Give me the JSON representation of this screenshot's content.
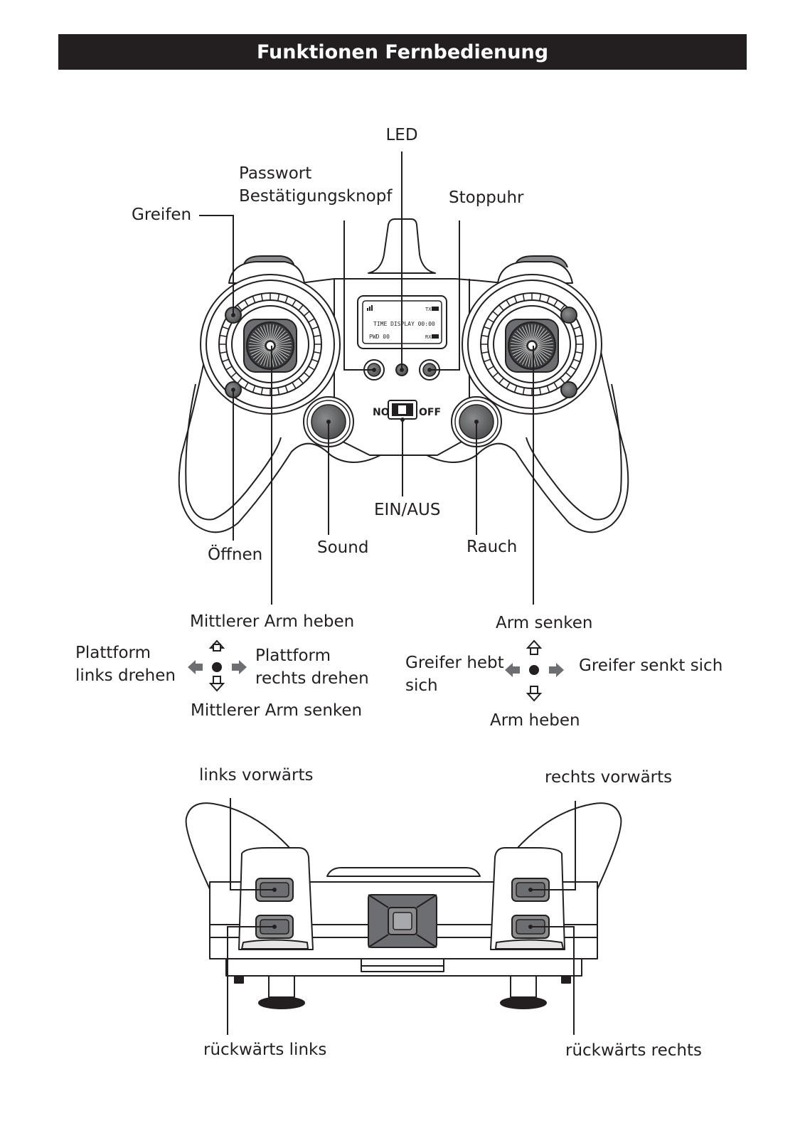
{
  "title": "Funktionen Fernbedienung",
  "colors": {
    "title_bg": "#231f20",
    "title_text": "#ffffff",
    "line": "#231f20",
    "button": "#6d6e71"
  },
  "top_labels": {
    "led": "LED",
    "passwort_1": "Passwort",
    "passwort_2": "Bestätigungsknopf",
    "stoppuhr": "Stoppuhr",
    "greifen": "Greifen",
    "oeffnen": "Öffnen",
    "sound": "Sound",
    "ein_aus": "EIN/AUS",
    "rauch": "Rauch"
  },
  "lcd": {
    "time_display": "TIME DISPLAY 00:00",
    "pwd": "PWD 00",
    "tx": "TX",
    "rx": "RX"
  },
  "power_switch": {
    "on": "NO",
    "off": "OFF"
  },
  "left_stick": {
    "up": "Mittlerer Arm heben",
    "down": "Mittlerer Arm senken",
    "left_1": "Plattform",
    "left_2": "links drehen",
    "right_1": "Plattform",
    "right_2": "rechts drehen"
  },
  "right_stick": {
    "up": "Arm senken",
    "down": "Arm heben",
    "left_1": "Greifer hebt",
    "left_2": "sich",
    "right": "Greifer senkt sich"
  },
  "bottom_labels": {
    "links_vorwaerts": "links vorwärts",
    "rechts_vorwaerts": "rechts vorwärts",
    "rueckwaerts_links": "rückwärts links",
    "rueckwaerts_rechts": "rückwärts rechts"
  }
}
